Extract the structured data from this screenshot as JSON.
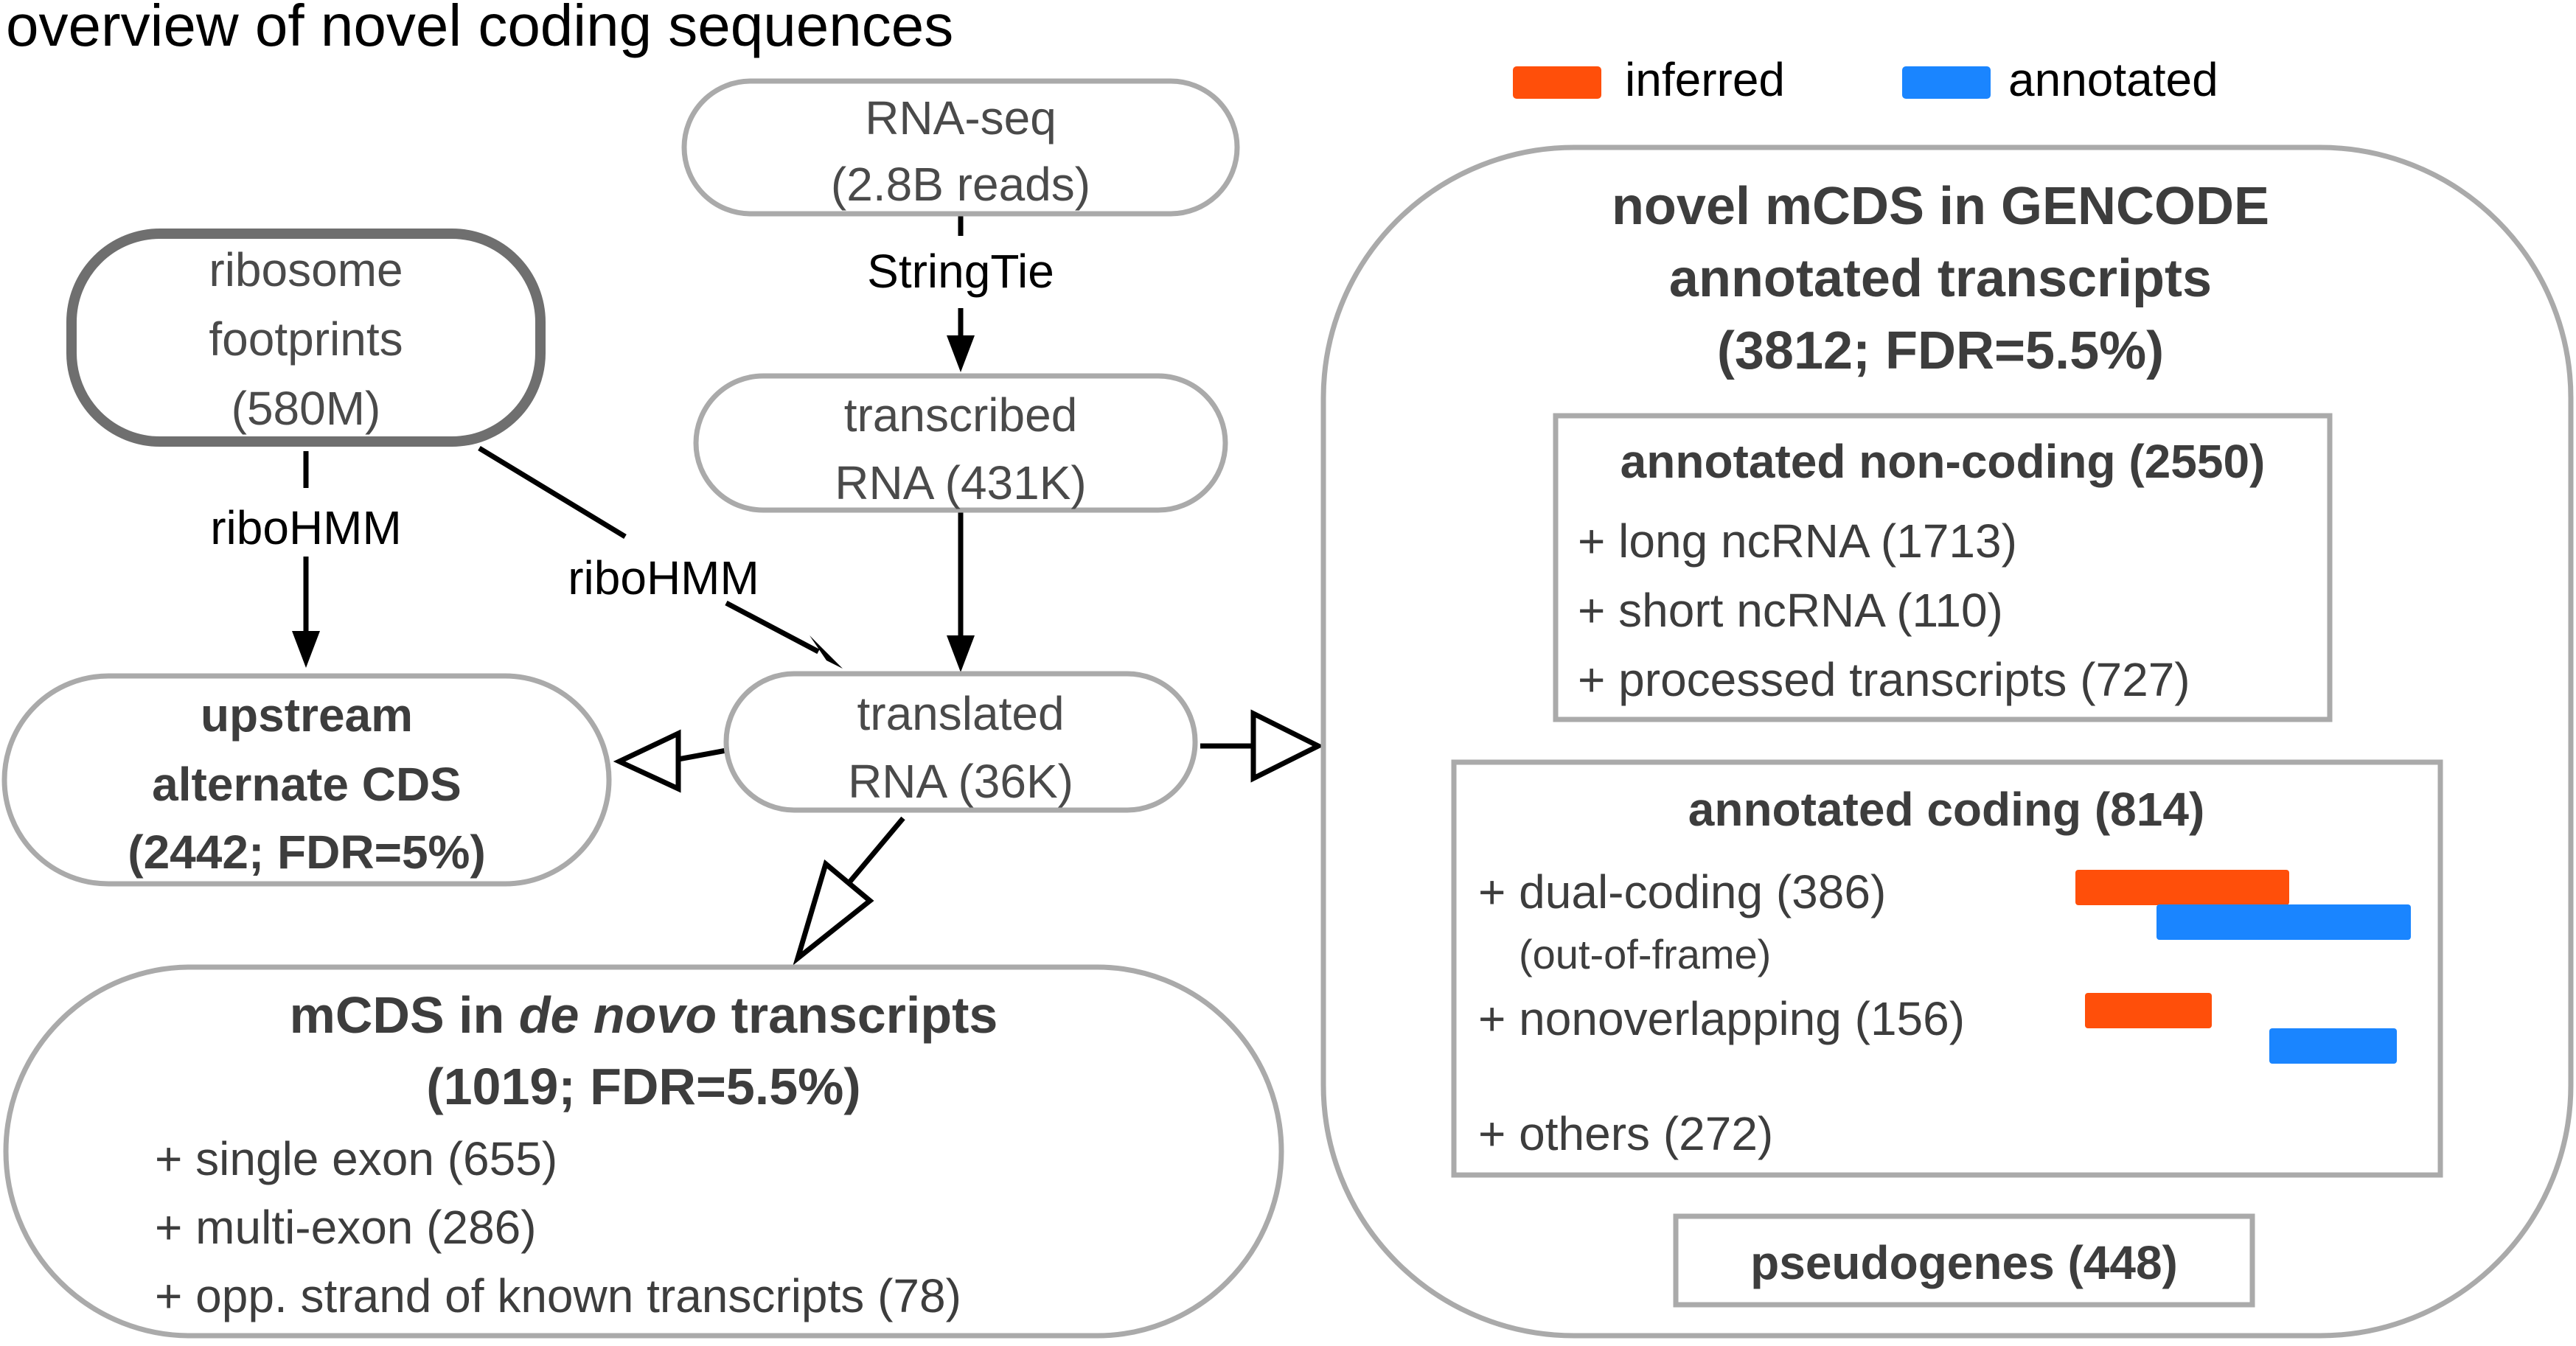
{
  "title": "overview of novel coding sequences",
  "legend": {
    "items": [
      {
        "label": "inferred",
        "color": "#FF4F0A"
      },
      {
        "label": "annotated",
        "color": "#1A85FF"
      }
    ]
  },
  "colors": {
    "inferred": "#FF4F0A",
    "annotated": "#1A85FF",
    "node_border": "#AAAAAA",
    "footprints_border": "#6F6F6F"
  },
  "nodes": {
    "rna_seq": {
      "line1": "RNA-seq",
      "line2": "(2.8B reads)"
    },
    "ribosome_footprints": {
      "line1": "ribosome",
      "line2": "footprints",
      "line3": "(580M)"
    },
    "transcribed_rna": {
      "line1": "transcribed",
      "line2": "RNA (431K)"
    },
    "translated_rna": {
      "line1": "translated",
      "line2": "RNA (36K)"
    },
    "upstream_cds": {
      "line1": "upstream",
      "line2": "alternate CDS",
      "line3": "(2442; FDR=5%)"
    },
    "de_novo": {
      "title_prefix": "mCDS in ",
      "title_italic": "de novo",
      "title_suffix": " transcripts",
      "subtitle": "(1019; FDR=5.5%)",
      "items": [
        "+ single exon (655)",
        "+ multi-exon (286)",
        "+ opp. strand of known transcripts (78)"
      ]
    },
    "gencode": {
      "line1": "novel mCDS in GENCODE",
      "line2": "annotated transcripts",
      "line3": "(3812; FDR=5.5%)",
      "noncoding": {
        "title": "annotated non-coding (2550)",
        "items": [
          "+ long ncRNA (1713)",
          "+ short ncRNA (110)",
          "+ processed transcripts (727)"
        ]
      },
      "coding": {
        "title": "annotated coding (814)",
        "items": {
          "dual": "+ dual-coding (386)",
          "dual_note": "(out-of-frame)",
          "nonoverlapping": "+ nonoverlapping (156)",
          "others": "+ others (272)"
        }
      },
      "pseudogenes": "pseudogenes (448)"
    }
  },
  "edges": {
    "stringtie": "StringTie",
    "ribohmm_left": "riboHMM",
    "ribohmm_mid": "riboHMM"
  },
  "icons": [
    "hollow-arrow-icon",
    "arrowhead-icon"
  ]
}
